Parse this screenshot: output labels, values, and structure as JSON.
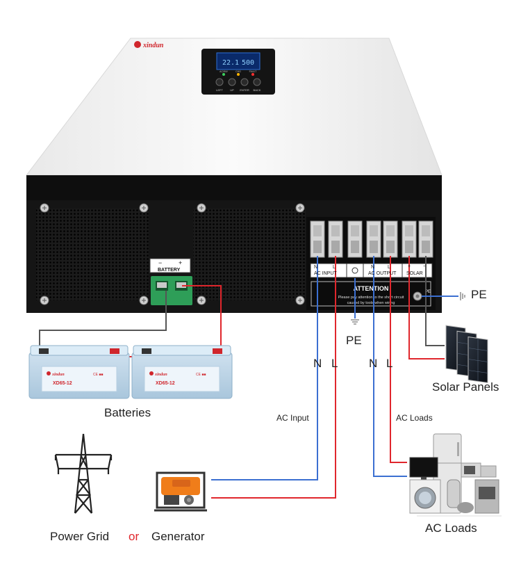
{
  "brand": "xindun",
  "inverter": {
    "display": {
      "left_readout": "22.1",
      "right_readout": "500"
    },
    "panel_indicators": [
      "AC/INV",
      "CHG",
      "FAULT"
    ],
    "buttons": [
      "LEFT",
      "UP",
      "ENTER",
      "BACK"
    ],
    "battery_label": "BATTERY",
    "battery_minus": "−",
    "battery_plus": "+",
    "ac_input_label": "AC INPUT",
    "ac_output_label": "AC OUTPUT",
    "solar_label": "SOLAR",
    "n_mark": "N",
    "l_mark": "L",
    "pv_plus": "+",
    "pv_minus": "−",
    "attention_title": "ATTENTION",
    "attention_line1": "Please pay attention to the short circuit",
    "attention_line2": "caused by tools when wiring",
    "pe_stud": "PE"
  },
  "battery_model": "XD65-12",
  "battery_ce": "CE ■■",
  "labels": {
    "pe_right": "PE",
    "pe_bottom": "PE",
    "n_left": "N",
    "l_left": "L",
    "n_right": "N",
    "l_right": "L",
    "solar_panels": "Solar Panels",
    "batteries": "Batteries",
    "ac_input": "AC Input",
    "ac_loads_wire": "AC  Loads",
    "ac_loads": "AC  Loads",
    "power_grid": "Power Grid",
    "or": "or",
    "generator": "Generator"
  },
  "colors": {
    "wire_blue": "#3b6fd1",
    "wire_red": "#e0262c",
    "wire_gray": "#555555",
    "panel_black": "#141414",
    "case_white": "#f4f4f4",
    "terminal_green": "#2e9e58",
    "or_red": "#e0262c"
  },
  "icons": [
    "power-grid-tower-icon",
    "generator-icon",
    "solar-panel-icon",
    "battery-icon",
    "appliances-icon",
    "ground-icon"
  ]
}
